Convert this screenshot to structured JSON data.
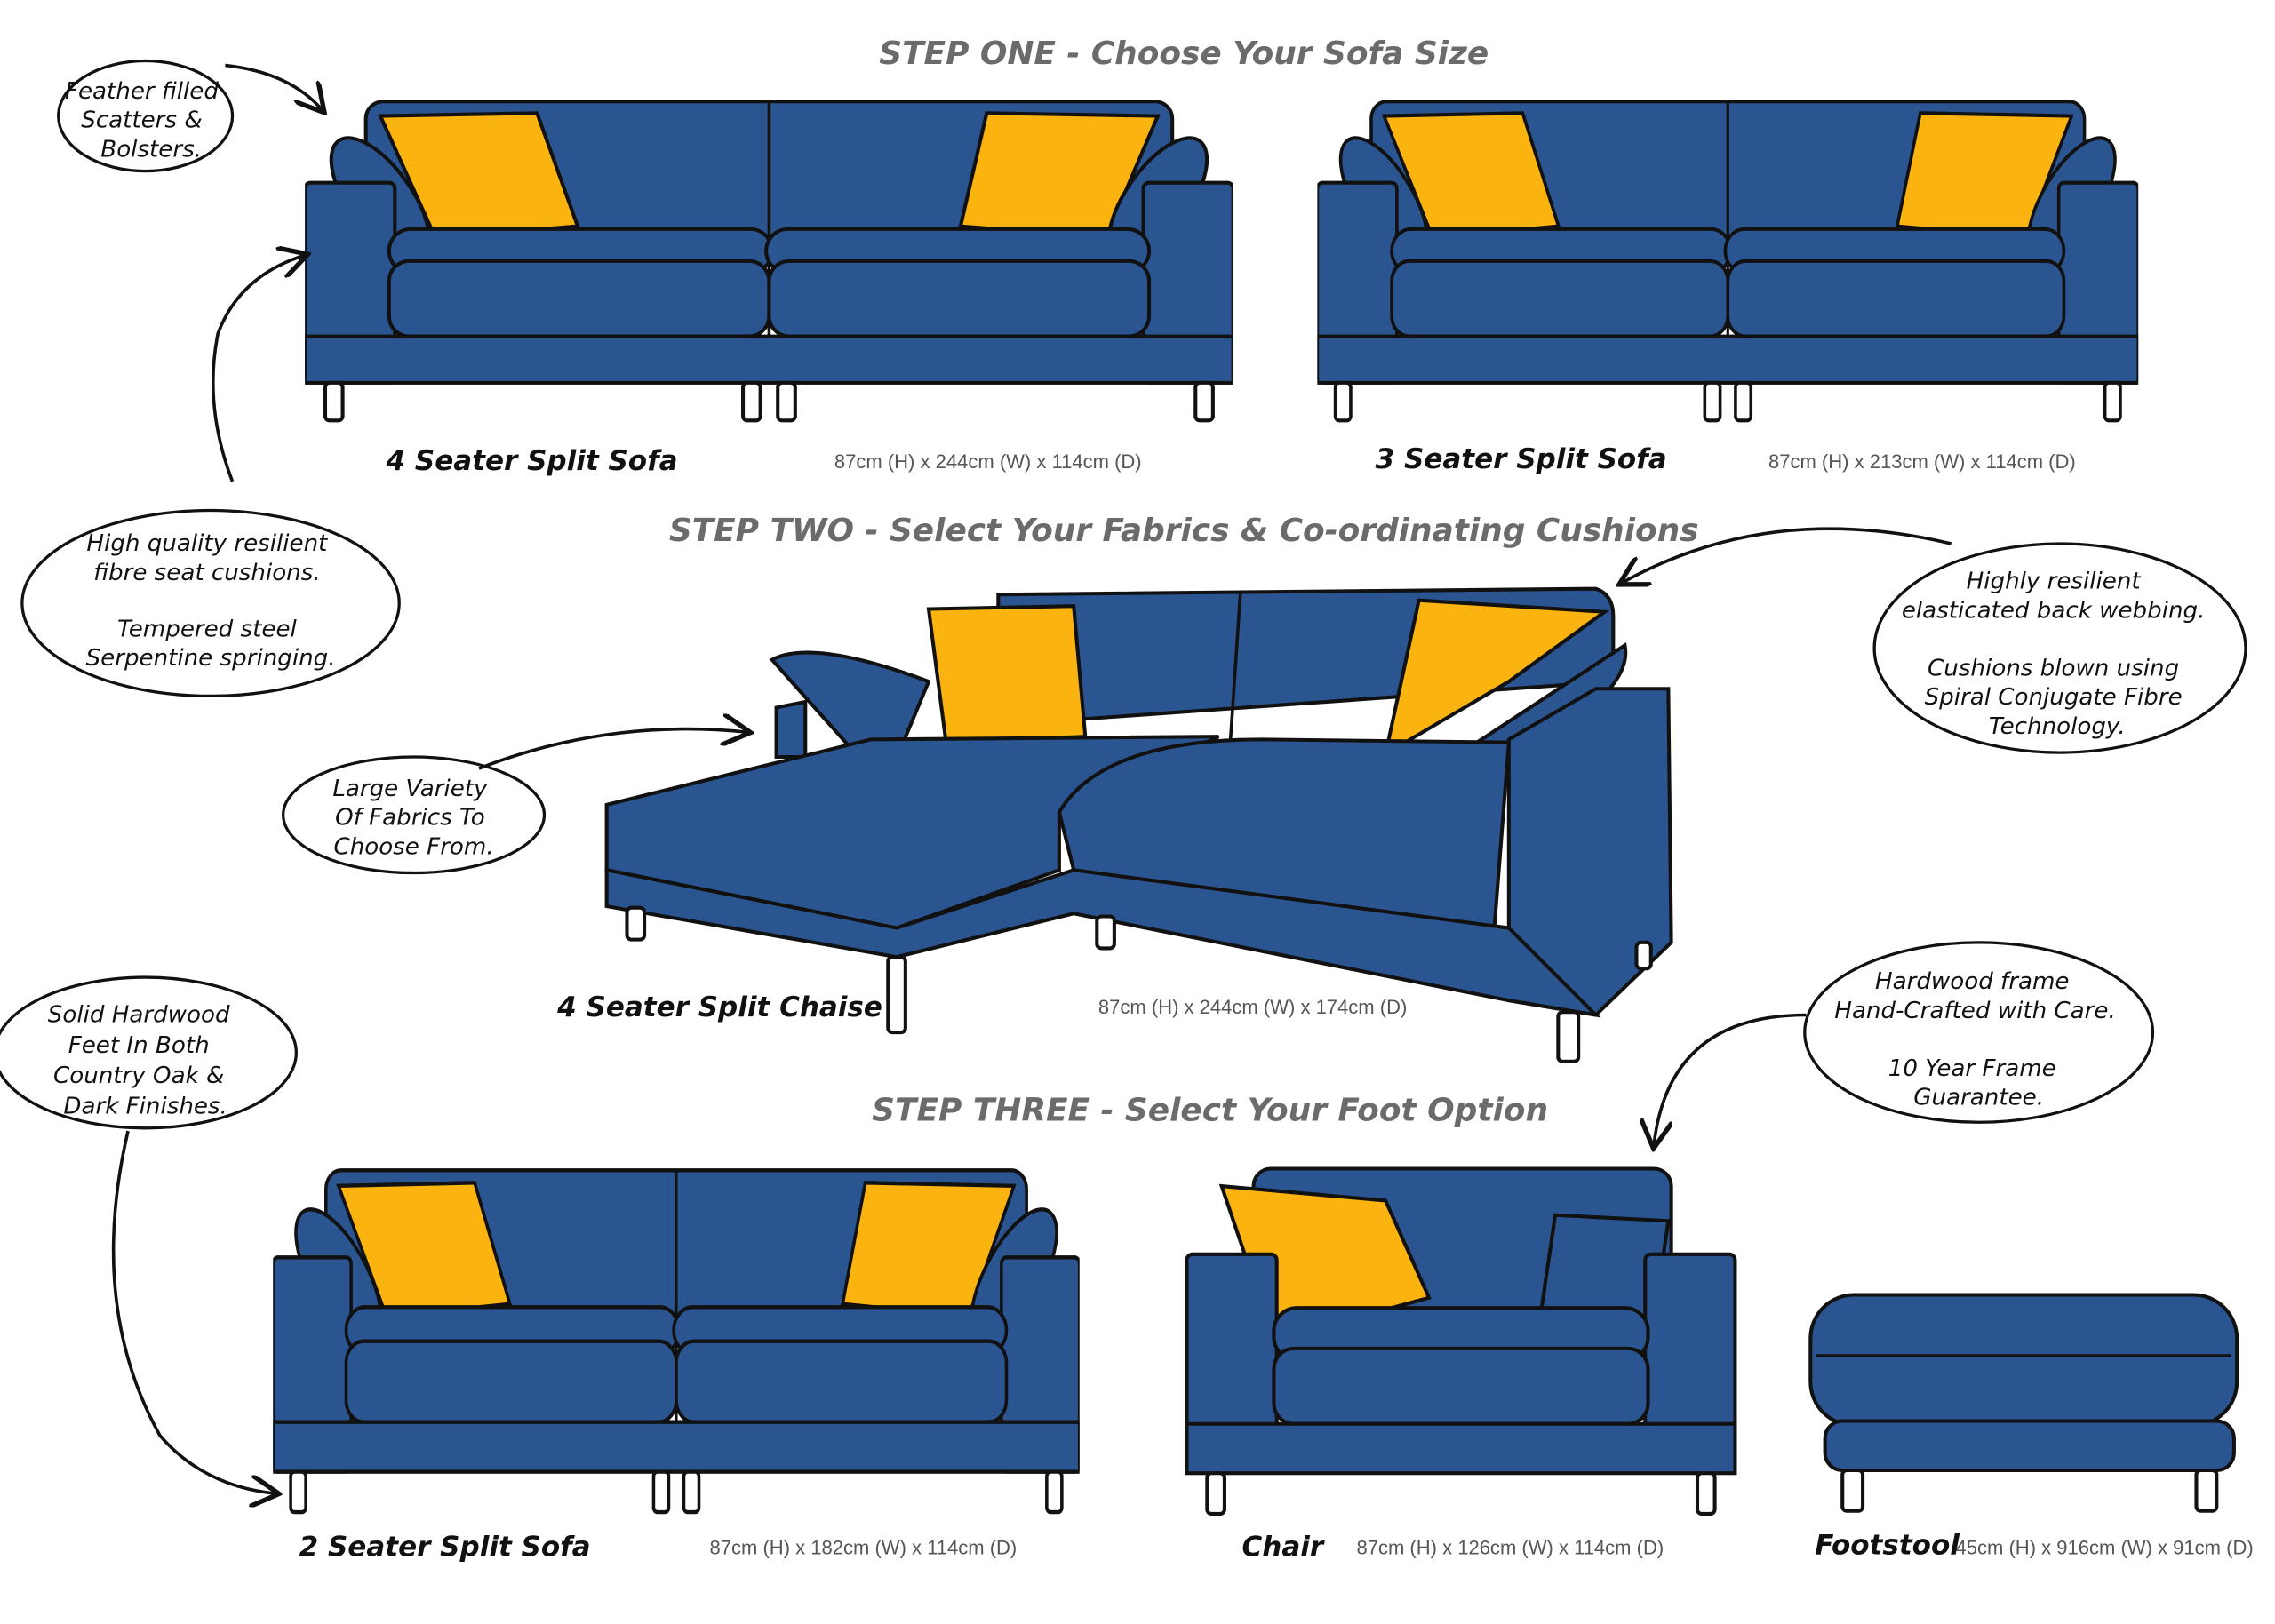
{
  "steps": {
    "one": "STEP ONE - Choose Your Sofa Size",
    "two": "STEP TWO - Select Your Fabrics & Co-ordinating Cushions",
    "three": "STEP THREE - Select Your Foot Option"
  },
  "products": [
    {
      "name": "4 Seater Split Sofa",
      "dims": "87cm (H) x 244cm (W) x 114cm (D)"
    },
    {
      "name": "3 Seater Split Sofa",
      "dims": "87cm (H) x 213cm (W) x 114cm (D)"
    },
    {
      "name": "4 Seater Split Chaise",
      "dims": "87cm (H) x 244cm (W) x 174cm (D)"
    },
    {
      "name": "2 Seater Split Sofa",
      "dims": "87cm (H) x 182cm (W) x 114cm (D)"
    },
    {
      "name": "Chair",
      "dims": "87cm (H) x 126cm (W) x 114cm (D)"
    },
    {
      "name": "Footstool",
      "dims": "45cm (H) x 916cm (W) x 91cm (D)"
    }
  ],
  "notes": {
    "feather": [
      "Feather filled",
      "Scatters &",
      "Bolsters."
    ],
    "seat": [
      "High quality resilient",
      "fibre seat cushions.",
      "",
      "Tempered steel",
      "Serpentine springing."
    ],
    "fabrics": [
      "Large Variety",
      "Of Fabrics To",
      "Choose From."
    ],
    "webbing": [
      "Highly resilient",
      "elasticated back webbing.",
      "",
      "Cushions blown using",
      "Spiral Conjugate Fibre",
      "Technology."
    ],
    "feet": [
      "Solid Hardwood",
      "Feet In Both",
      "Country Oak &",
      "Dark Finishes."
    ],
    "frame": [
      "Hardwood frame",
      "Hand-Crafted with Care.",
      "",
      "10 Year Frame",
      "Guarantee."
    ]
  },
  "colors": {
    "fabric": "#2b5591",
    "cushion": "#fbb40f"
  }
}
